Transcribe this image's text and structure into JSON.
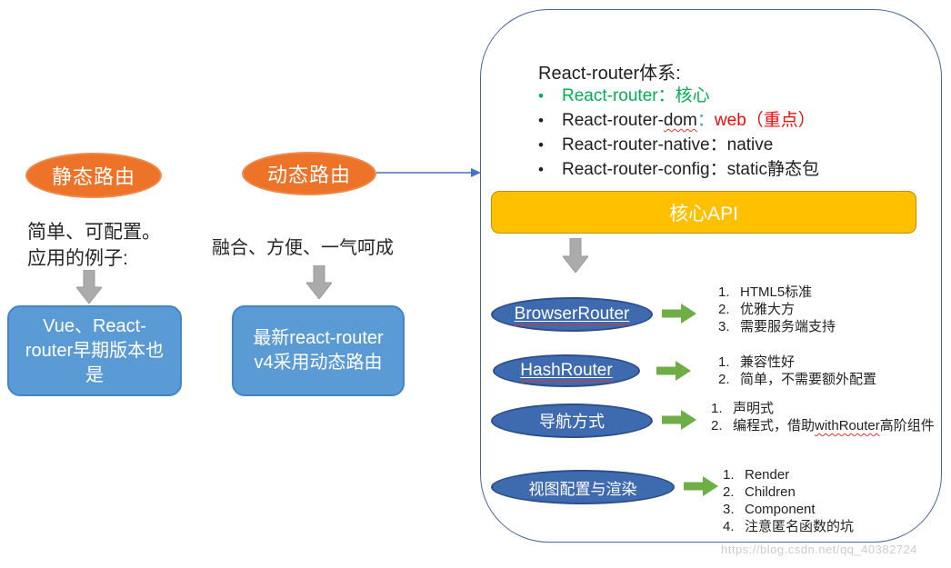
{
  "diagram": {
    "static_route": {
      "ellipse_label": "静态路由",
      "desc_line1": "简单、可配置。",
      "desc_line2": "应用的例子:",
      "box_label": "Vue、React-router早期版本也是"
    },
    "dynamic_route": {
      "ellipse_label": "动态路由",
      "desc": "融合、方便、一气呵成",
      "box_label": "最新react-router v4采用动态路由"
    },
    "panel": {
      "title": "React-router体系:",
      "bullets": [
        {
          "dot_color": "#00B050",
          "segments": [
            {
              "text": "React-router：核心",
              "color": "#00B050"
            }
          ]
        },
        {
          "dot_color": "#1f1f1f",
          "segments": [
            {
              "text": "React-router-",
              "color": "#1f1f1f"
            },
            {
              "text": "dom",
              "color": "#1f1f1f",
              "wavy": true
            },
            {
              "text": "：",
              "color": "#3fa9d0"
            },
            {
              "text": "web（重点）",
              "color": "#f40b0b"
            }
          ]
        },
        {
          "dot_color": "#1f1f1f",
          "segments": [
            {
              "text": "React-router-native：native",
              "color": "#1f1f1f"
            }
          ]
        },
        {
          "dot_color": "#1f1f1f",
          "segments": [
            {
              "text": "React-router-config：static静态包",
              "color": "#1f1f1f"
            }
          ]
        }
      ],
      "core_api_label": "核心API",
      "rows": [
        {
          "label": "BrowserRouter",
          "link_style": true,
          "items": [
            "HTML5标准",
            "优雅大方",
            "需要服务端支持"
          ]
        },
        {
          "label": "HashRouter",
          "link_style": true,
          "items": [
            "兼容性好",
            "简单，不需要额外配置"
          ]
        },
        {
          "label": "导航方式",
          "link_style": false,
          "items": [
            "声明式",
            [
              {
                "text": "编程式，借助"
              },
              {
                "text": "withRouter",
                "wavy": true
              },
              {
                "text": "高阶组件"
              }
            ]
          ]
        },
        {
          "label": "视图配置与渲染",
          "link_style": false,
          "items": [
            "Render",
            "Children",
            "Component",
            "注意匿名函数的坑"
          ]
        }
      ]
    },
    "watermark": "https://blog.csdn.net/qq_40382724"
  },
  "colors": {
    "orange_ellipse": "#ed7329",
    "blue_box": "#5b9bd5",
    "blue_ellipse": "#3e6ab0",
    "yellow_box": "#ffc000",
    "green_arrow": "#6fad47",
    "green_text": "#00B050",
    "red_text": "#f40b0b",
    "gray_arrow": "#ababab",
    "panel_border": "#44679f",
    "connector_blue": "#4472c4"
  }
}
